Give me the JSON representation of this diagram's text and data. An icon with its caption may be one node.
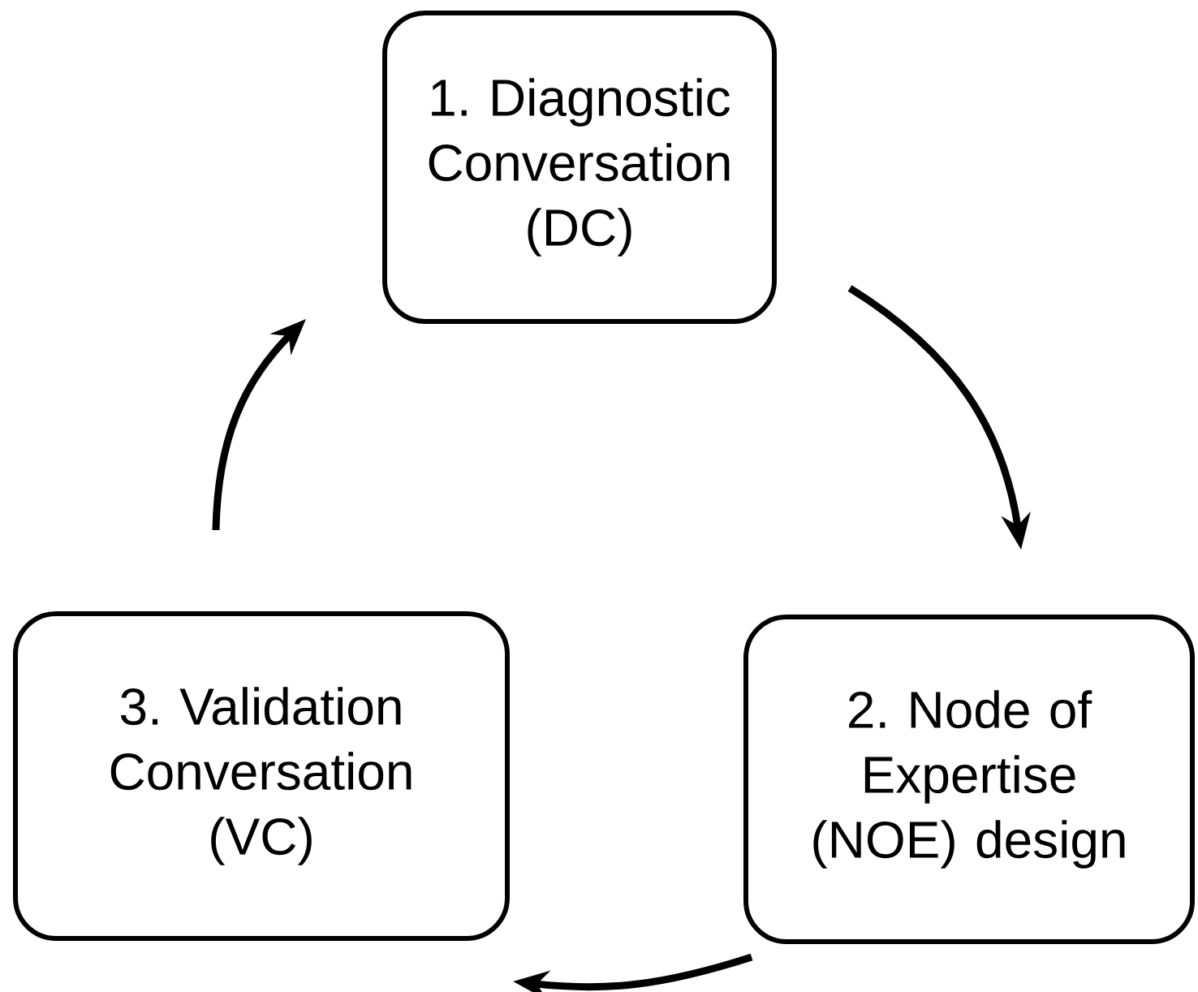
{
  "diagram": {
    "nodes": [
      {
        "text": [
          "1. Diagnostic Conversation (DC)"
        ]
      },
      {
        "text": [
          "2. Node of Expertise (NOE) design"
        ]
      },
      {
        "text": [
          "3. Validation Conversation (VC)"
        ]
      }
    ],
    "edges": [
      {
        "from": 0,
        "to": 1,
        "arrow": "to"
      },
      {
        "from": 1,
        "to": 2,
        "arrow": "to"
      },
      {
        "from": 2,
        "to": 0,
        "arrow": "to"
      }
    ]
  }
}
